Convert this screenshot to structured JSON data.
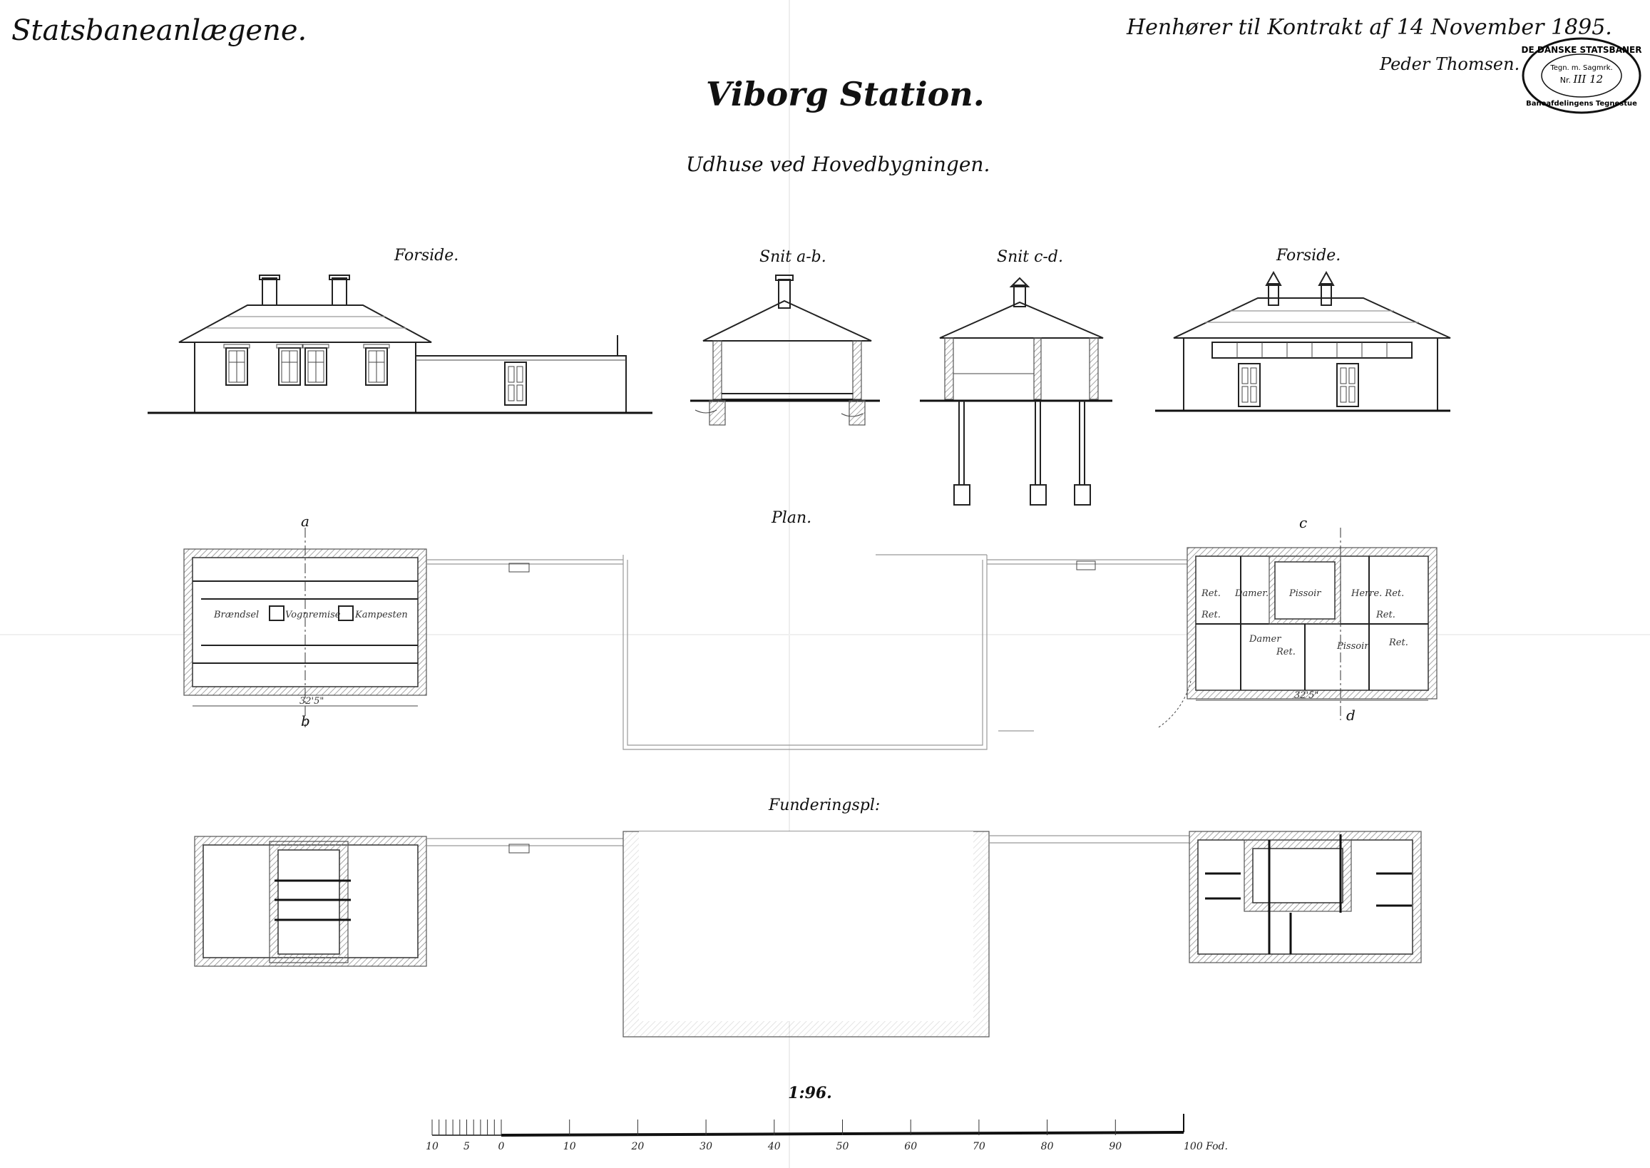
{
  "header": {
    "series_title": "Statsbaneanlægene.",
    "title": "Viborg Station.",
    "subtitle": "Udhuse ved Hovedbygningen.",
    "contract_note": "Henhører til Kontrakt af 14 November 1895.",
    "signature": "Peder Thomsen."
  },
  "stamp": {
    "top_text": "DE DANSKE STATSBANER",
    "middle_text": "Tegn. m. Sagmrk.",
    "number_label": "Nr.",
    "number": "III 12",
    "bottom_text": "Baneafdelingens Tegnestue"
  },
  "views": {
    "front_left": "Forside.",
    "section_ab": "Snit a-b.",
    "section_cd": "Snit c-d.",
    "front_right": "Forside."
  },
  "plan": {
    "label": "Plan.",
    "left_rooms": [
      "Brændsel",
      "Vognremise",
      "Kampesten"
    ],
    "right_rooms": [
      "Ret.",
      "Damer.",
      "Pissoir",
      "Herre. Ret.",
      "Ret.",
      "Ret.",
      "Damer",
      "Ret.",
      "Pissoir",
      "Ret."
    ],
    "section_marks": [
      "a",
      "b",
      "c",
      "d"
    ],
    "left_total_dimension": "32'5\"",
    "right_total_dimension": "32'5\""
  },
  "foundation": {
    "label": "Funderingspl:"
  },
  "scale": {
    "ratio": "1:96.",
    "tick_labels": [
      "10",
      "5",
      "0",
      "10",
      "20",
      "30",
      "40",
      "50",
      "60",
      "70",
      "80",
      "90",
      "100 Fod."
    ]
  }
}
